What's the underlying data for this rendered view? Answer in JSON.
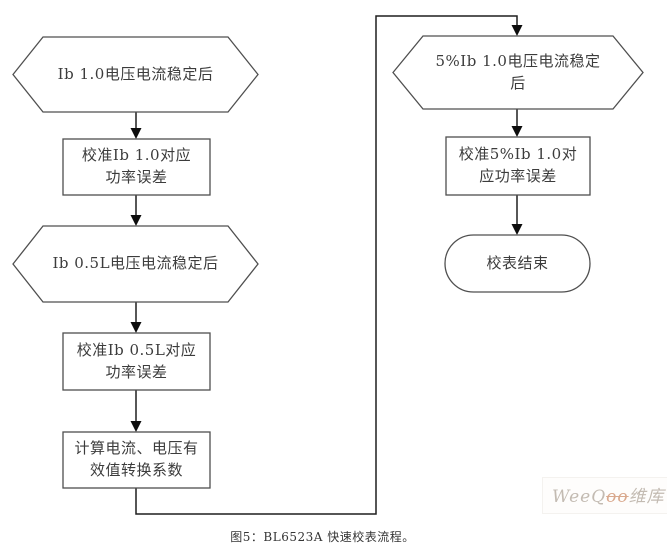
{
  "palette": {
    "background": "#ffffff",
    "shape_border": "#4f4f4f",
    "shape_fill": "#ffffff",
    "connector_line": "#1f1f1f",
    "arrowhead": "#0d0d0d",
    "node_text": "#3c3c3c",
    "caption_text": "#353535",
    "watermark_gray": "#c3bbb2",
    "watermark_accent": "#d9a98e"
  },
  "flowchart": {
    "nodes": [
      {
        "id": "ib10-stable",
        "type": "preparation-hexagon",
        "label": "Ib 1.0电压电流稳定后"
      },
      {
        "id": "calibrate-ib10-power-error",
        "type": "process-rectangle",
        "label": "校准Ib 1.0对应\n功率误差"
      },
      {
        "id": "ib05l-stable",
        "type": "preparation-hexagon",
        "label": "Ib 0.5L电压电流稳定后"
      },
      {
        "id": "calibrate-ib05l-power-error",
        "type": "process-rectangle",
        "label": "校准Ib 0.5L对应\n功率误差"
      },
      {
        "id": "compute-rms-coefficients",
        "type": "process-rectangle",
        "label": "计算电流、电压有\n效值转换系数"
      },
      {
        "id": "5pct-ib10-stable",
        "type": "preparation-hexagon",
        "label": "5%Ib 1.0电压电流稳定\n后"
      },
      {
        "id": "calibrate-5pct-ib10-power-error",
        "type": "process-rectangle",
        "label": "校准5%Ib 1.0对\n应功率误差"
      },
      {
        "id": "calibration-end",
        "type": "terminator",
        "label": "校表结束"
      }
    ]
  },
  "caption": "图5：BL6523A 快速校表流程。",
  "watermark": {
    "prefix": "WeeQ",
    "accent": "oo",
    "suffix": "维库"
  }
}
